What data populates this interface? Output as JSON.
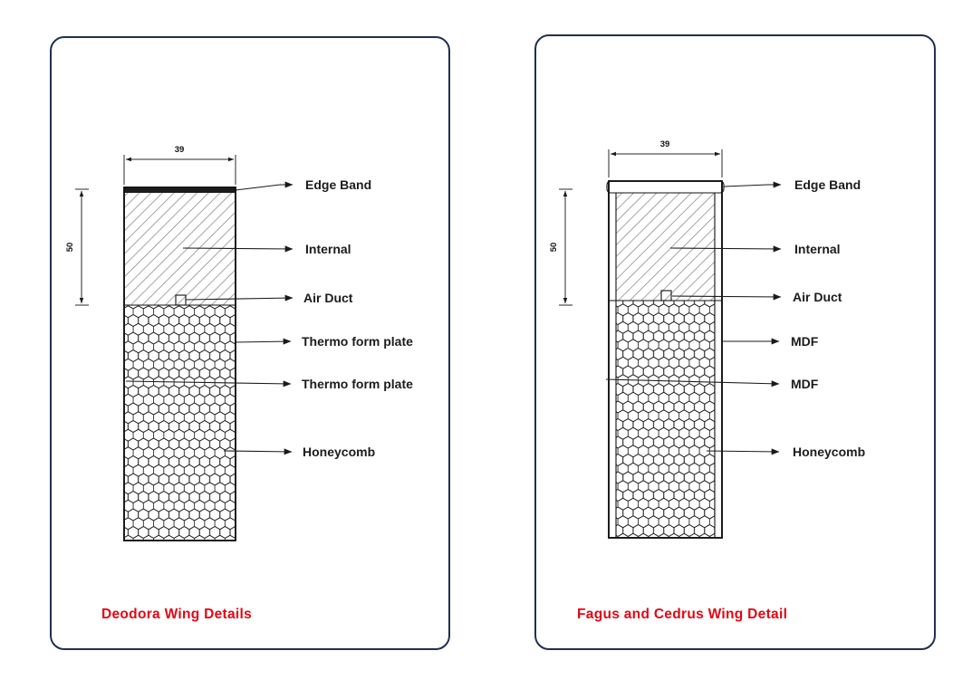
{
  "left_panel": {
    "title": "Deodora  Wing Details",
    "dimensions": {
      "width": "39",
      "height": "50"
    },
    "labels": {
      "edge_band": "Edge Band",
      "internal": "Internal",
      "air_duct": "Air Duct",
      "plate_top": "Thermo form plate",
      "plate_bottom": "Thermo form plate",
      "honeycomb": "Honeycomb"
    }
  },
  "right_panel": {
    "title": "Fagus and Cedrus Wing Detail",
    "dimensions": {
      "width": "39",
      "height": "50"
    },
    "labels": {
      "edge_band": "Edge Band",
      "internal": "Internal",
      "air_duct": "Air Duct",
      "plate_top": "MDF",
      "plate_bottom": "MDF",
      "honeycomb": "Honeycomb"
    }
  },
  "colors": {
    "title_red": "#e30613",
    "card_border": "#20304f",
    "line": "#1a1a1a",
    "hatch_gray": "#7f7f7f"
  }
}
